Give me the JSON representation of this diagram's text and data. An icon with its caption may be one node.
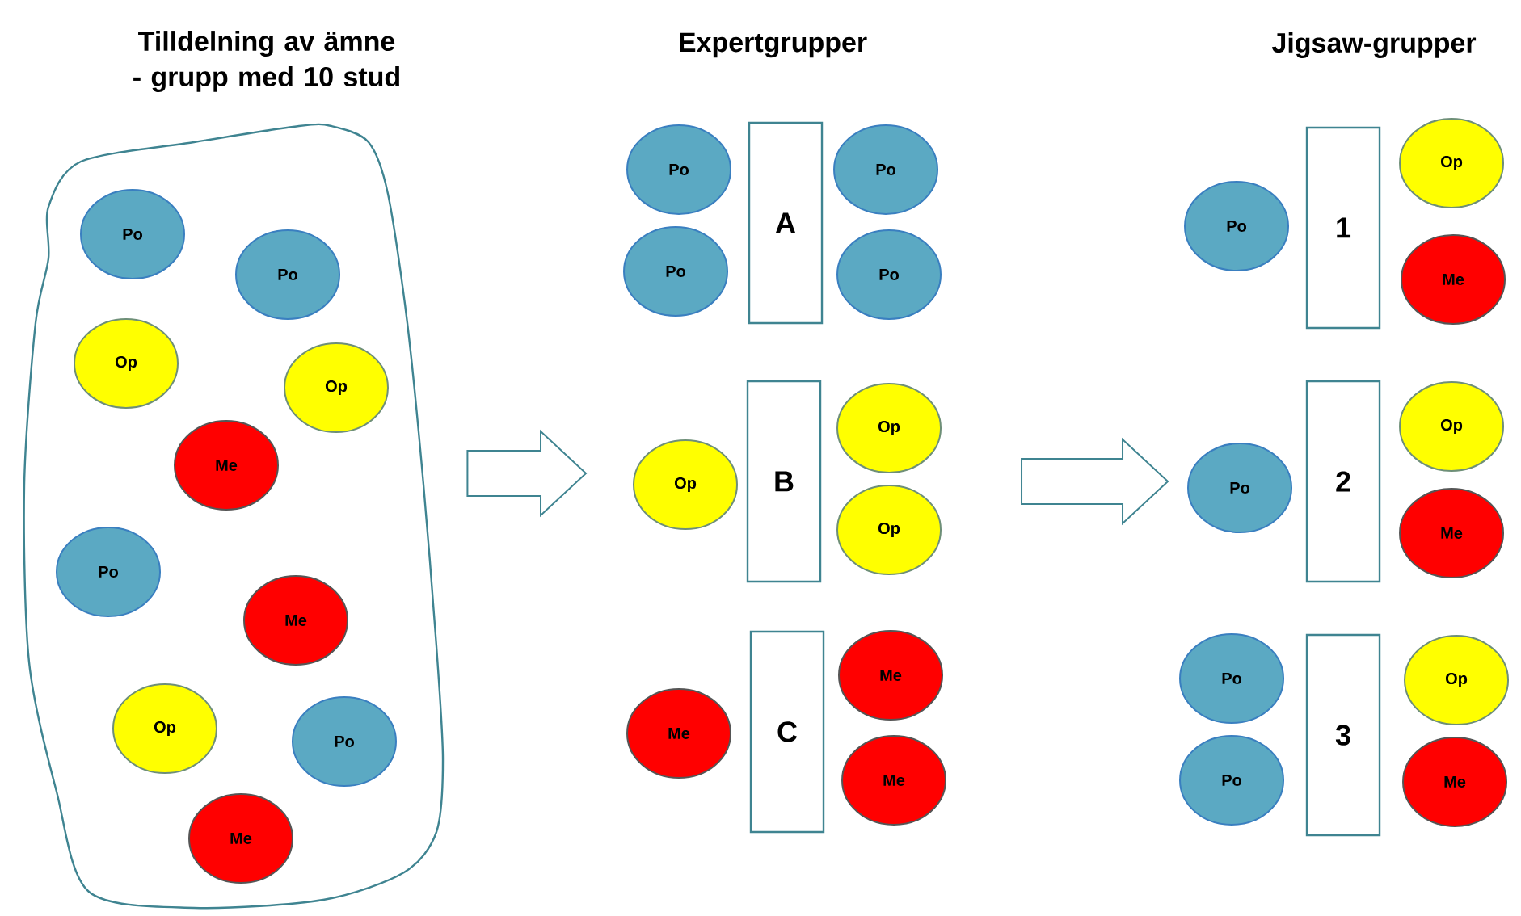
{
  "diagram": {
    "nodes": [
      {
        "text": [
          "Tilldelning av ämne - grupp med 10 stud"
        ]
      },
      {
        "text": [
          "Po"
        ],
        "in": 0
      },
      {
        "text": [
          "Po"
        ],
        "in": 0
      },
      {
        "text": [
          "Op"
        ],
        "in": 0
      },
      {
        "text": [
          "Op"
        ],
        "in": 0
      },
      {
        "text": [
          "Me"
        ],
        "in": 0
      },
      {
        "text": [
          "Po"
        ],
        "in": 0
      },
      {
        "text": [
          "Me"
        ],
        "in": 0
      },
      {
        "text": [
          "Op"
        ],
        "in": 0
      },
      {
        "text": [
          "Po"
        ],
        "in": 0
      },
      {
        "text": [
          "Me"
        ],
        "in": 0
      },
      {
        "text": [
          "A"
        ]
      },
      {
        "text": [
          "Po"
        ]
      },
      {
        "text": [
          "Po"
        ]
      },
      {
        "text": [
          "Po"
        ]
      },
      {
        "text": [
          "Po"
        ]
      },
      {
        "text": [
          "B"
        ]
      },
      {
        "text": [
          "Op"
        ]
      },
      {
        "text": [
          "Op"
        ]
      },
      {
        "text": [
          "Op"
        ]
      },
      {
        "text": [
          "C"
        ]
      },
      {
        "text": [
          "Me"
        ]
      },
      {
        "text": [
          "Me"
        ]
      },
      {
        "text": [
          "Me"
        ]
      },
      {
        "text": [
          "1"
        ]
      },
      {
        "text": [
          "Po"
        ]
      },
      {
        "text": [
          "Op"
        ]
      },
      {
        "text": [
          "Me"
        ]
      },
      {
        "text": [
          "2"
        ]
      },
      {
        "text": [
          "Po"
        ]
      },
      {
        "text": [
          "Op"
        ]
      },
      {
        "text": [
          "Me"
        ]
      },
      {
        "text": [
          "3"
        ]
      },
      {
        "text": [
          "Po"
        ]
      },
      {
        "text": [
          "Po"
        ]
      },
      {
        "text": [
          "Op"
        ]
      },
      {
        "text": [
          "Me"
        ]
      }
    ],
    "edges": [
      {
        "from": 0,
        "to": 17,
        "arrow": "to"
      },
      {
        "from": null,
        "to": 29,
        "arrow": "to"
      }
    ],
    "labels": [
      "Expertgrupper",
      "Jigsaw-grupper"
    ]
  }
}
